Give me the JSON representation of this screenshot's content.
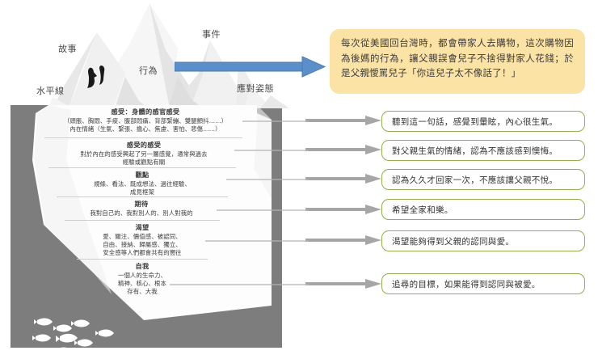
{
  "diagram": {
    "title_labels": {
      "story": "故事",
      "event": "事件",
      "behavior": "行為",
      "waterline": "水平線",
      "coping": "應對姿態"
    },
    "narrative_box": {
      "text": "每次從美國回台灣時，都會帶家人去購物，這次購物因為後媽的行為，讓父親誤會兒子不捨得對家人花錢；於是父親懓罵兒子「你這兒子太不像話了！」",
      "background": "#fbe3a6"
    },
    "layers": [
      {
        "title": "感受：身體的感官感受",
        "detail_1": "（頭脹、胸悶、手痠、腹部悶痛、背部緊繃、雙腿顫抖……）",
        "detail_2": "內在情緒（生氣、緊張、擔心、焦慮、害怕、悲傷……）"
      },
      {
        "title": "感受的感受",
        "detail_1": "對於內在的感受興起了另一層感覺，通常與過去",
        "detail_2": "經驗或觀點有關"
      },
      {
        "title": "觀點",
        "detail_1": "規條、看法、既成想法、過往經驗、",
        "detail_2": "成見框架"
      },
      {
        "title": "期待",
        "detail_1": "我對自己的、我對別人的、別人對我的",
        "detail_2": ""
      },
      {
        "title": "渴望",
        "detail_1": "愛、關注、價值感、被認同、",
        "detail_2": "自由、接納、歸屬感、獨立、",
        "detail_3": "安全感等人們都會共有的嚮往"
      },
      {
        "title": "自我",
        "detail_1": "一個人的生命力、",
        "detail_2": "精神、核心、根本",
        "detail_3": "存有、大我"
      }
    ],
    "callouts": [
      {
        "text": "聽到這一句話，感覺到暈眩，內心很生氣。"
      },
      {
        "text": "對父親生氣的情緒，認為不應該感到懊悔。"
      },
      {
        "text": "認為久久才回家一次，不應該讓父親不悅。"
      },
      {
        "text": "希望全家和樂。"
      },
      {
        "text": "渴望能夠得到父親的認同與愛。"
      },
      {
        "text": "追尋的目標，如果能得到認同與被愛。"
      }
    ],
    "colors": {
      "ocean": "#7d7d7d",
      "iceberg_light": "#f2f2f2",
      "callout_border": "#8fb14e",
      "blue_arrow": "#5b8fc9",
      "gray_arrow": "#a6a6a6",
      "yellow": "#fbe3a6"
    },
    "icons": {
      "penguin": "penguin-icon",
      "fish": "fish-icon",
      "arrow_right": "arrow-right-icon"
    }
  }
}
